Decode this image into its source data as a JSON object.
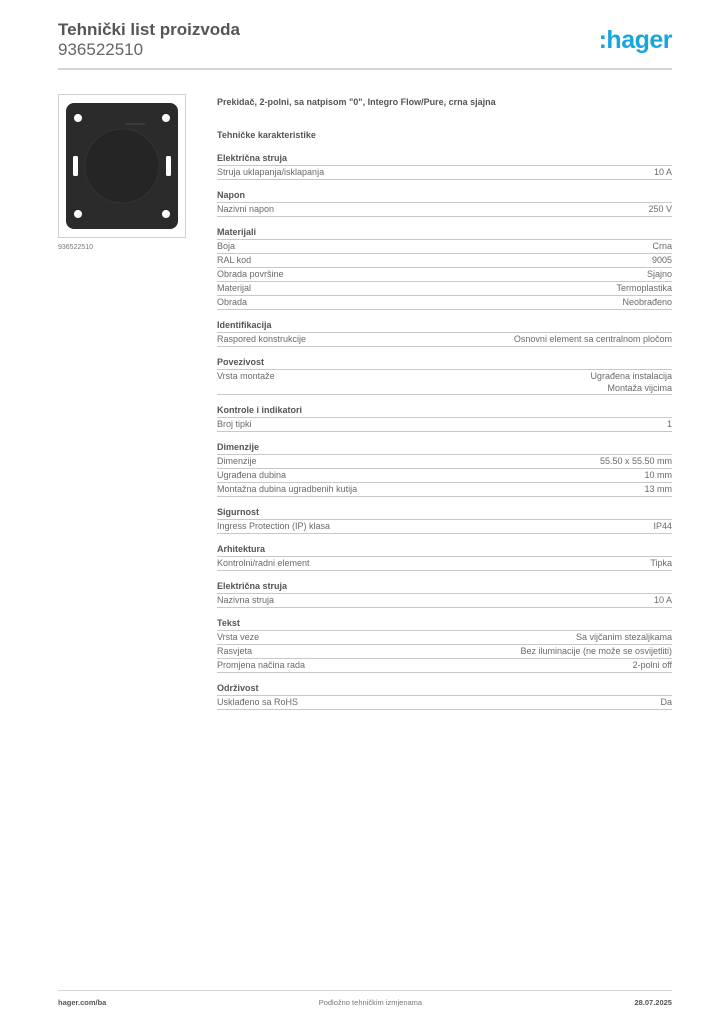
{
  "header": {
    "title": "Tehnički list proizvoda",
    "product_number": "936522510",
    "logo_text": ":hager",
    "brand_color": "#18a6dd"
  },
  "image": {
    "caption": "936522510",
    "alt": "black square switch plate with round central button"
  },
  "product": {
    "title": "Prekidač, 2-polni, sa natpisom \"0\", Integro Flow/Pure, crna sjajna"
  },
  "tech": {
    "title": "Tehničke karakteristike",
    "sections": [
      {
        "title": "Električna struja",
        "rows": [
          {
            "label": "Struja uklapanja/isklapanja",
            "values": [
              "10 A"
            ]
          }
        ]
      },
      {
        "title": "Napon",
        "rows": [
          {
            "label": "Nazivni napon",
            "values": [
              "250 V"
            ]
          }
        ]
      },
      {
        "title": "Materijali",
        "rows": [
          {
            "label": "Boja",
            "values": [
              "Crna"
            ]
          },
          {
            "label": "RAL kod",
            "values": [
              "9005"
            ]
          },
          {
            "label": "Obrada površine",
            "values": [
              "Sjajno"
            ]
          },
          {
            "label": "Materijal",
            "values": [
              "Termoplastika"
            ]
          },
          {
            "label": "Obrada",
            "values": [
              "Neobrađeno"
            ]
          }
        ]
      },
      {
        "title": "Identifikacija",
        "rows": [
          {
            "label": "Raspored konstrukcije",
            "values": [
              "Osnovni element sa centralnom pločom"
            ]
          }
        ]
      },
      {
        "title": "Povezivost",
        "rows": [
          {
            "label": "Vrsta montaže",
            "values": [
              "Ugrađena instalacija",
              "Montaža vijcima"
            ]
          }
        ]
      },
      {
        "title": "Kontrole i indikatori",
        "rows": [
          {
            "label": "Broj tipki",
            "values": [
              "1"
            ]
          }
        ]
      },
      {
        "title": "Dimenzije",
        "rows": [
          {
            "label": "Dimenzije",
            "values": [
              "55.50 x 55.50 mm"
            ]
          },
          {
            "label": "Ugrađena dubina",
            "values": [
              "10 mm"
            ]
          },
          {
            "label": "Montažna dubina ugradbenih kutija",
            "values": [
              "13 mm"
            ]
          }
        ]
      },
      {
        "title": "Sigurnost",
        "rows": [
          {
            "label": "Ingress Protection (IP) klasa",
            "values": [
              "IP44"
            ]
          }
        ]
      },
      {
        "title": "Arhitektura",
        "rows": [
          {
            "label": "Kontrolni/radni element",
            "values": [
              "Tipka"
            ]
          }
        ]
      },
      {
        "title": "Električna struja",
        "rows": [
          {
            "label": "Nazivna struja",
            "values": [
              "10 A"
            ]
          }
        ]
      },
      {
        "title": "Tekst",
        "rows": [
          {
            "label": "Vrsta veze",
            "values": [
              "Sa vijčanim stezaljkama"
            ]
          },
          {
            "label": "Rasvjeta",
            "values": [
              "Bez iluminacije (ne može se osvijetliti)"
            ]
          },
          {
            "label": "Promjena načina rada",
            "values": [
              "2-polni off"
            ]
          }
        ]
      },
      {
        "title": "Održivost",
        "rows": [
          {
            "label": "Usklađeno sa RoHS",
            "values": [
              "Da"
            ]
          }
        ]
      }
    ]
  },
  "footer": {
    "website": "hager.com/ba",
    "note": "Podložno tehničkim izmjenama",
    "date": "28.07.2025"
  }
}
